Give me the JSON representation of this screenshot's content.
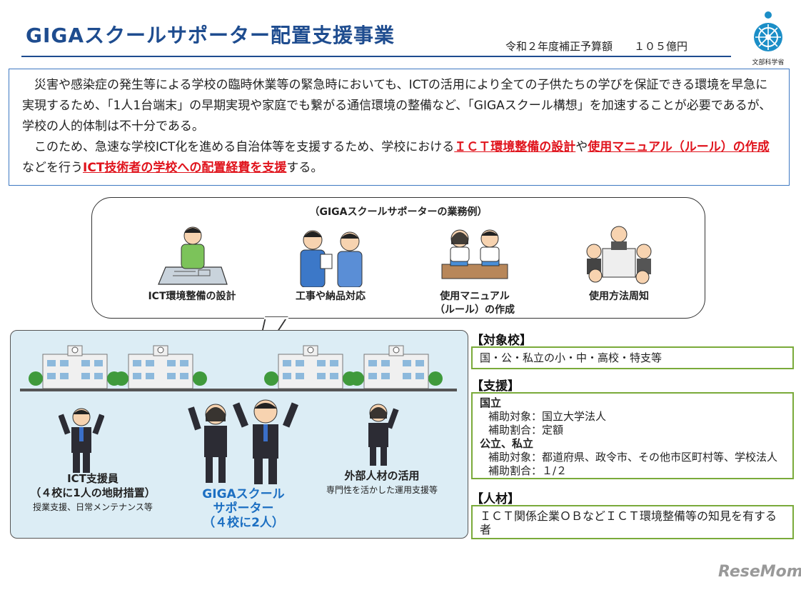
{
  "header": {
    "title": "GIGAスクールサポーター配置支援事業",
    "budget": "令和２年度補正予算額　　１０５億円",
    "logo_text": "文部科学省"
  },
  "intro": {
    "p1": "災害や感染症の発生等による学校の臨時休業等の緊急時においても、ICTの活用により全ての子供たちの学びを保証できる環境を早急に実現するため、「1人1台端末」の早期実現や家庭でも繋がる通信環境の整備など、「GIGAスクール構想」を加速することが必要であるが、学校の人的体制は不十分である。",
    "p2_a": "このため、急速な学校ICT化を進める自治体等を支援するため、学校における",
    "p2_hl1": "ＩＣＴ環境整備の設計",
    "p2_b": "や",
    "p2_hl2": "使用マニュアル（ルール）の作成",
    "p2_c": "などを行う",
    "p2_hl3": "ICT技術者の学校への配置経費を支援",
    "p2_d": "する。"
  },
  "bubble": {
    "title": "（GIGAスクールサポーターの業務例）",
    "tasks": [
      {
        "label": "ICT環境整備の設計"
      },
      {
        "label": "工事や納品対応"
      },
      {
        "label": "使用マニュアル\n（ルール）の作成"
      },
      {
        "label": "使用方法周知"
      }
    ]
  },
  "people": {
    "ict_staff": {
      "line1": "ICT支援員",
      "line2": "（４校に1人の地財措置）",
      "line3": "授業支援、日常メンテナンス等"
    },
    "supporter": {
      "line1": "GIGAスクール",
      "line2": "サポーター",
      "line3": "（４校に2人）"
    },
    "external": {
      "line1": "外部人材の活用",
      "line2": "専門性を活かした運用支援等"
    }
  },
  "sections": {
    "target": {
      "head": "【対象校】",
      "body": "国・公・私立の小・中・高校・特支等"
    },
    "support": {
      "head": "【支援】",
      "national": "国立",
      "national_target": "補助対象：国立大学法人",
      "national_rate": "補助割合：定額",
      "public": "公立、私立",
      "public_target": "補助対象：都道府県、政令市、その他市区町村等、学校法人",
      "public_rate": "補助割合：１/２"
    },
    "personnel": {
      "head": "【人材】",
      "body": "ＩＣＴ関係企業ＯＢなどＩＣＴ環境整備等の知見を有する者"
    }
  },
  "colors": {
    "title_blue": "#1e4c8f",
    "highlight_red": "#e0141d",
    "box_green": "#7aaa3a",
    "panel_blue": "#dcedf5",
    "supporter_blue": "#1c6fc2"
  },
  "watermark": "ReseMom"
}
